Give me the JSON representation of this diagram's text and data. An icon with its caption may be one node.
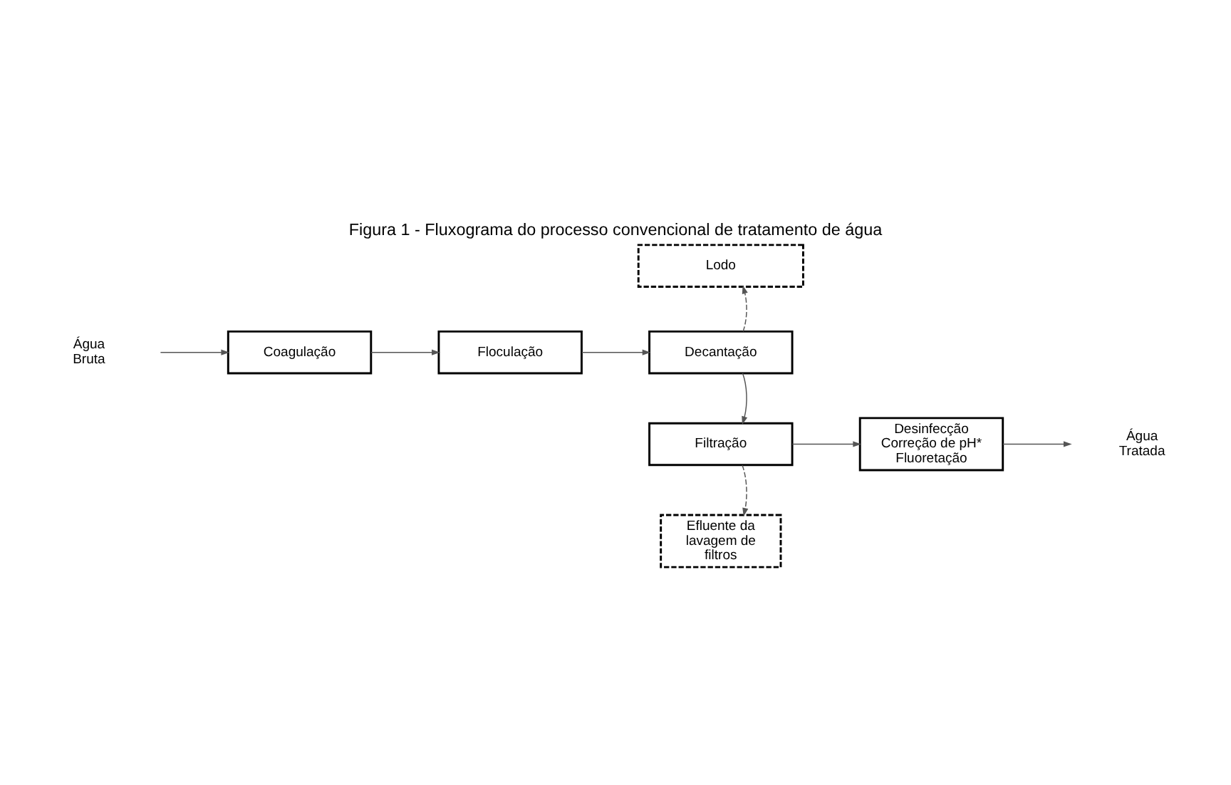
{
  "diagram": {
    "title": "Figura 1 - Fluxograma do processo convencional de tratamento de água",
    "nodes": [
      {
        "text": [
          "Água Bruta"
        ]
      },
      {
        "text": [
          "Coagulação"
        ]
      },
      {
        "text": [
          "Floculação"
        ]
      },
      {
        "text": [
          "Decantação"
        ]
      },
      {
        "text": [
          "Lodo"
        ]
      },
      {
        "text": [
          "Filtração"
        ]
      },
      {
        "text": [
          "Desinfecção",
          "Correção de pH*",
          "Fluoretação"
        ]
      },
      {
        "text": [
          "Água Tratada"
        ]
      },
      {
        "text": [
          "Efluente da lavagem de filtros"
        ]
      }
    ],
    "edges": [
      {
        "from": 0,
        "to": 1,
        "arrow": "to"
      },
      {
        "from": 1,
        "to": 2,
        "arrow": "to"
      },
      {
        "from": 2,
        "to": 3,
        "arrow": "to"
      },
      {
        "from": 3,
        "to": 4,
        "arrow": "to",
        "style": "dashed"
      },
      {
        "from": 3,
        "to": 5,
        "arrow": "to"
      },
      {
        "from": 5,
        "to": 6,
        "arrow": "to"
      },
      {
        "from": 6,
        "to": 7,
        "arrow": "to"
      },
      {
        "from": 5,
        "to": 8,
        "arrow": "to",
        "style": "dashed"
      }
    ]
  }
}
